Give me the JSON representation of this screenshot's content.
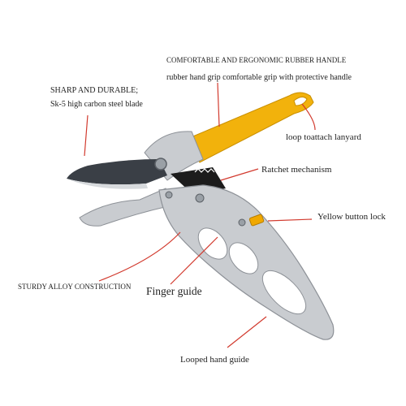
{
  "colors": {
    "blade": "#3a3f46",
    "blade_edge": "#d7dadd",
    "alloy_body": "#c9ccd0",
    "alloy_shadow": "#8d9197",
    "handle_yellow": "#f2b20c",
    "button_yellow": "#f0a800",
    "ratchet_dark": "#1c1c1c",
    "leader_red": "#d23a2e",
    "text": "#222222"
  },
  "labels": {
    "handle_title": "COMFORTABLE AND ERGONOMIC RUBBER HANDLE",
    "handle_desc": "rubber hand grip comfortable grip with protective handle",
    "blade_title": "SHARP AND DURABLE;",
    "blade_desc": "Sk-5 high carbon steel blade",
    "lanyard": "loop toattach lanyard",
    "ratchet": "Ratchet mechanism",
    "button_lock": "Yellow button  lock",
    "alloy": "STURDY ALLOY CONSTRUCTION",
    "finger_guide": "Finger guide",
    "looped_guide": "Looped hand guide"
  }
}
